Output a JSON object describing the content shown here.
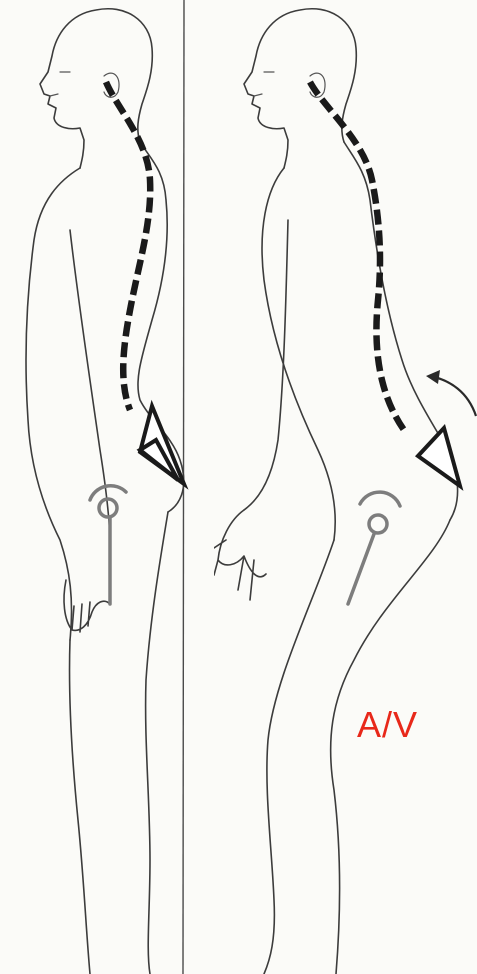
{
  "annotation": {
    "label": "A/V",
    "color": "#e8281a"
  },
  "figures": [
    {
      "id": "upright-posture",
      "spine_line": "dashed-arrow-icon",
      "hip_marker": "hip-joint-icon"
    },
    {
      "id": "tilted-posture",
      "spine_line": "dashed-arrow-icon",
      "hip_marker": "hip-joint-icon",
      "rotation_arrow": "curved-arrow-icon"
    }
  ]
}
